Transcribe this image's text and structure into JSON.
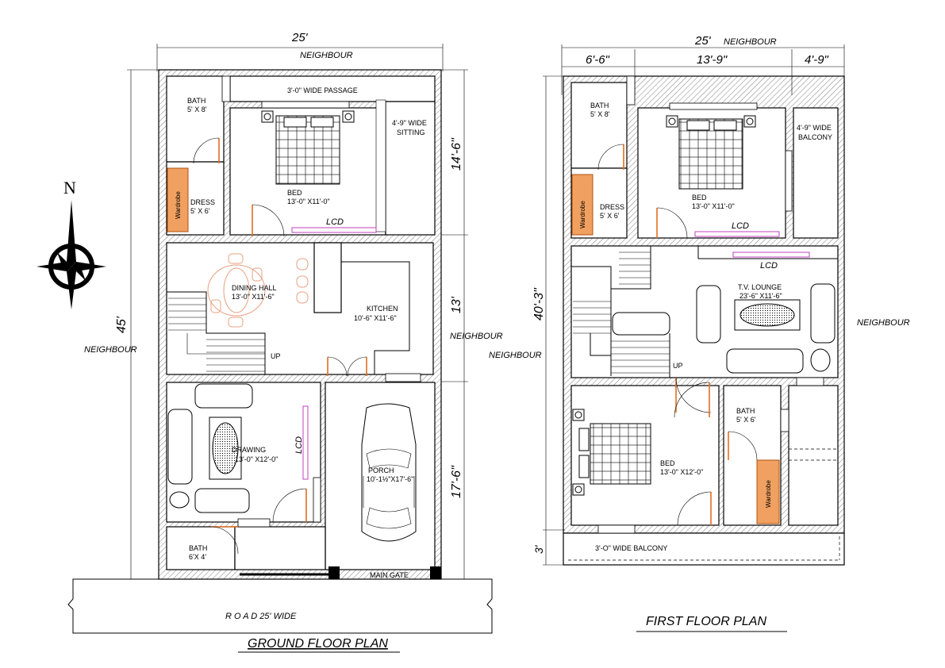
{
  "ground_floor": {
    "title": "GROUND  FLOOR PLAN",
    "width_dim": "25'",
    "depth_dim": "45'",
    "dims_right": [
      "14'-6\"",
      "13'",
      "17'-6\""
    ],
    "neighbour_top": "NEIGHBOUR",
    "neighbour_left": "NEIGHBOUR",
    "neighbour_right": "NEIGHBOUR",
    "road": "R O A D  25' WIDE",
    "main_gate": "MAIN  GATE",
    "up": "UP",
    "lcd": "LCD",
    "rooms": {
      "bath1": [
        "BATH",
        "5' X 8'"
      ],
      "passage": "3'-0\" WIDE PASSAGE",
      "sitting": [
        "4'-9\" WIDE",
        "SITTING"
      ],
      "dress": [
        "DRESS",
        "5' X 6'"
      ],
      "bed": [
        "BED",
        "13'-0\" X11'-0\""
      ],
      "dining": [
        "DINING HALL",
        "13'-0\" X11'-6\""
      ],
      "kitchen": [
        "KITCHEN",
        "10'-6\" X11'-6\""
      ],
      "drawing": [
        "DRAWING",
        "13'-0\" X12'-0\""
      ],
      "porch": [
        "PORCH",
        "10'-1½\"X17'-6\""
      ],
      "bath2": [
        "BATH",
        "6'X 4'"
      ]
    }
  },
  "first_floor": {
    "title": "FIRST  FLOOR PLAN",
    "width_dim": "25'",
    "neighbour_top": "NEIGHBOUR",
    "top_dims": [
      "6'-6\"",
      "13'-9\"",
      "4'-9\""
    ],
    "depth_dim": "40'-3\"",
    "balcony_dim": "3'",
    "neighbour_left": "NEIGHBOUR",
    "neighbour_right": "NEIGHBOUR",
    "up": "UP",
    "lcd": "LCD",
    "rooms": {
      "bath1": [
        "BATH",
        "5' X 8'"
      ],
      "dress": [
        "DRESS",
        "5' X 6'"
      ],
      "bed1": [
        "BED",
        "13'-0\" X11'-0\""
      ],
      "balcony_side": [
        "4'-9\" WIDE",
        "BALCONY"
      ],
      "lounge": [
        "T.V. LOUNGE",
        "23'-6\" X11'-6\""
      ],
      "bath2": [
        "BATH",
        "5' X 6'"
      ],
      "bed2": [
        "BED",
        "13'-0\" X12'-0\""
      ],
      "balcony_front": "3'-O\" WIDE BALCONY"
    }
  },
  "compass": "N",
  "wardrobe": "Wardrobe",
  "colors": {
    "door": "#e07020",
    "lcd": "#c040c0",
    "wardrobe": "#f0a060",
    "dining": "#e8a080"
  }
}
